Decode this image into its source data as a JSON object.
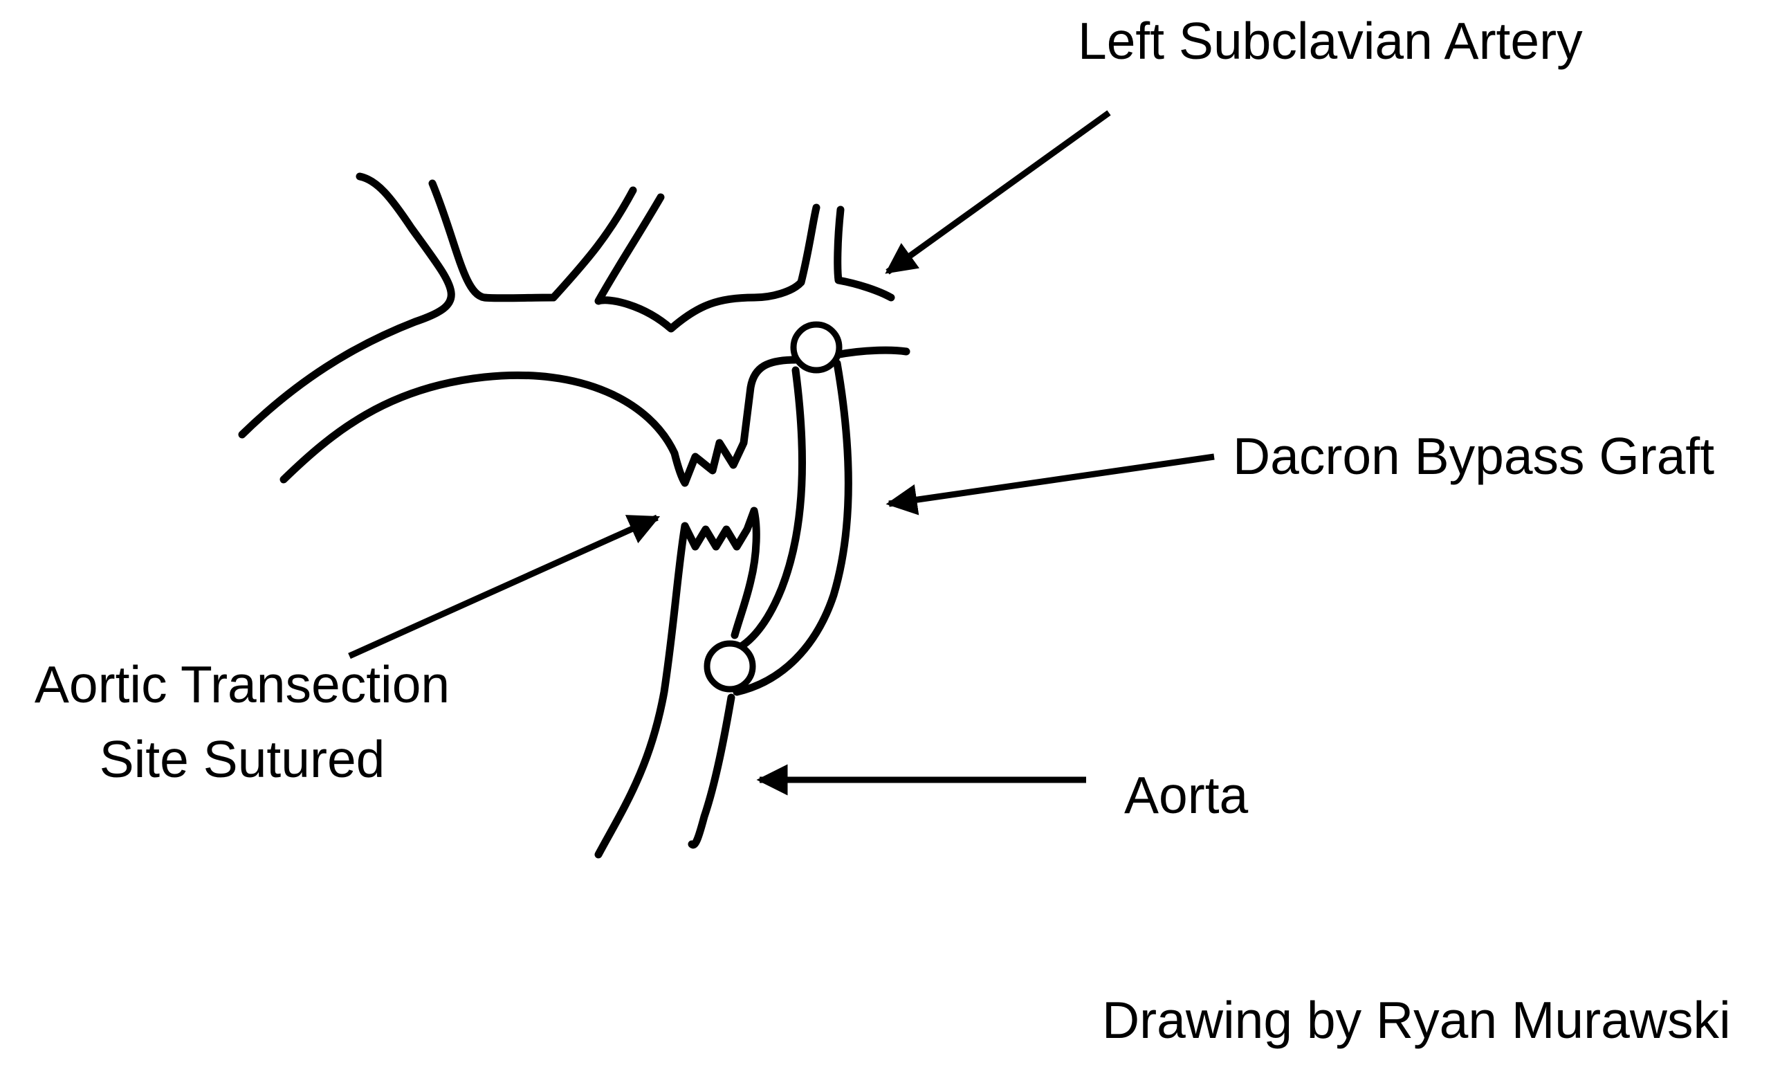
{
  "labels": {
    "left_subclavian_artery": "Left Subclavian Artery",
    "dacron_bypass_graft": "Dacron Bypass Graft",
    "aortic_transection_line1": "Aortic Transection",
    "aortic_transection_line2": "Site Sutured",
    "aorta": "Aorta"
  },
  "credit": "Drawing by Ryan Murawski",
  "colors": {
    "ink": "#000000",
    "background": "#ffffff"
  }
}
